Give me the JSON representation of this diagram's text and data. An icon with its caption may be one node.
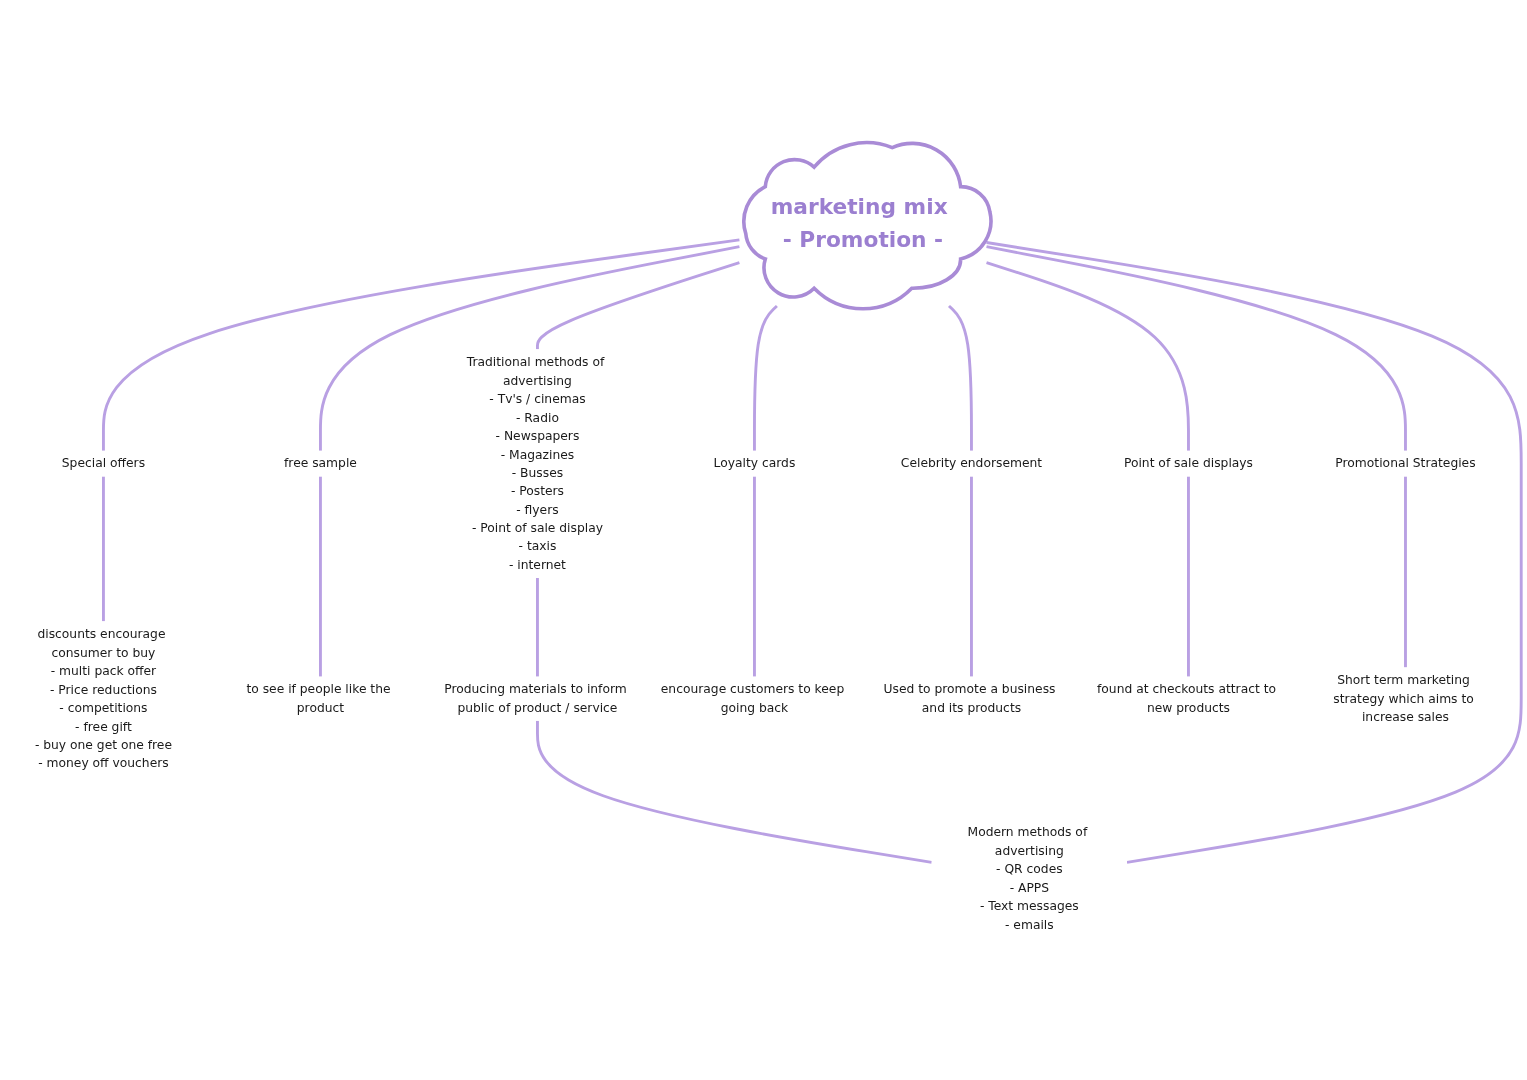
{
  "diagram": {
    "nodes": [
      {
        "text": [
          "marketing mix - Promotion -"
        ]
      },
      {
        "text": [
          "Special offers"
        ]
      },
      {
        "text": [
          "discounts encourage consumer to buy",
          "- multi pack offer",
          "- Price reductions",
          "- competitions",
          "- free gift",
          "- buy one get one free",
          "- money off vouchers"
        ]
      },
      {
        "text": [
          "free sample"
        ]
      },
      {
        "text": [
          "to see if people like the product"
        ]
      },
      {
        "text": [
          "Traditional methods of advertising",
          "- Tv's / cinemas",
          "- Radio",
          "- Newspapers",
          "- Magazines",
          "- Busses",
          "- Posters",
          "- flyers",
          "- Point of sale display",
          "- taxis",
          "- internet"
        ]
      },
      {
        "text": [
          "Producing materials to inform public of product / service"
        ]
      },
      {
        "text": [
          "Modern methods of advertising",
          "- QR codes",
          "- APPS",
          "- Text messages",
          "- emails"
        ]
      },
      {
        "text": [
          "Loyalty cards"
        ]
      },
      {
        "text": [
          "encourage customers to keep going back"
        ]
      },
      {
        "text": [
          "Celebrity endorsement"
        ]
      },
      {
        "text": [
          "Used to promote a business and its products"
        ]
      },
      {
        "text": [
          "Point of sale displays"
        ]
      },
      {
        "text": [
          "found at checkouts attract to new products"
        ]
      },
      {
        "text": [
          "Promotional Strategies"
        ]
      },
      {
        "text": [
          "Short term marketing strategy which aims to increase sales"
        ]
      }
    ],
    "edges": [
      {
        "from": 0,
        "to": 1,
        "arrow": "none"
      },
      {
        "from": 1,
        "to": 2,
        "arrow": "none"
      },
      {
        "from": 0,
        "to": 3,
        "arrow": "none"
      },
      {
        "from": 3,
        "to": 4,
        "arrow": "none"
      },
      {
        "from": 0,
        "to": 5,
        "arrow": "none"
      },
      {
        "from": 5,
        "to": 6,
        "arrow": "none"
      },
      {
        "from": 6,
        "to": 7,
        "arrow": "none"
      },
      {
        "from": 0,
        "to": 7,
        "arrow": "none"
      },
      {
        "from": 0,
        "to": 8,
        "arrow": "none"
      },
      {
        "from": 8,
        "to": 9,
        "arrow": "none"
      },
      {
        "from": 0,
        "to": 10,
        "arrow": "none"
      },
      {
        "from": 10,
        "to": 11,
        "arrow": "none"
      },
      {
        "from": 0,
        "to": 12,
        "arrow": "none"
      },
      {
        "from": 12,
        "to": 13,
        "arrow": "none"
      },
      {
        "from": 0,
        "to": 14,
        "arrow": "none"
      },
      {
        "from": 14,
        "to": 15,
        "arrow": "none"
      }
    ]
  }
}
